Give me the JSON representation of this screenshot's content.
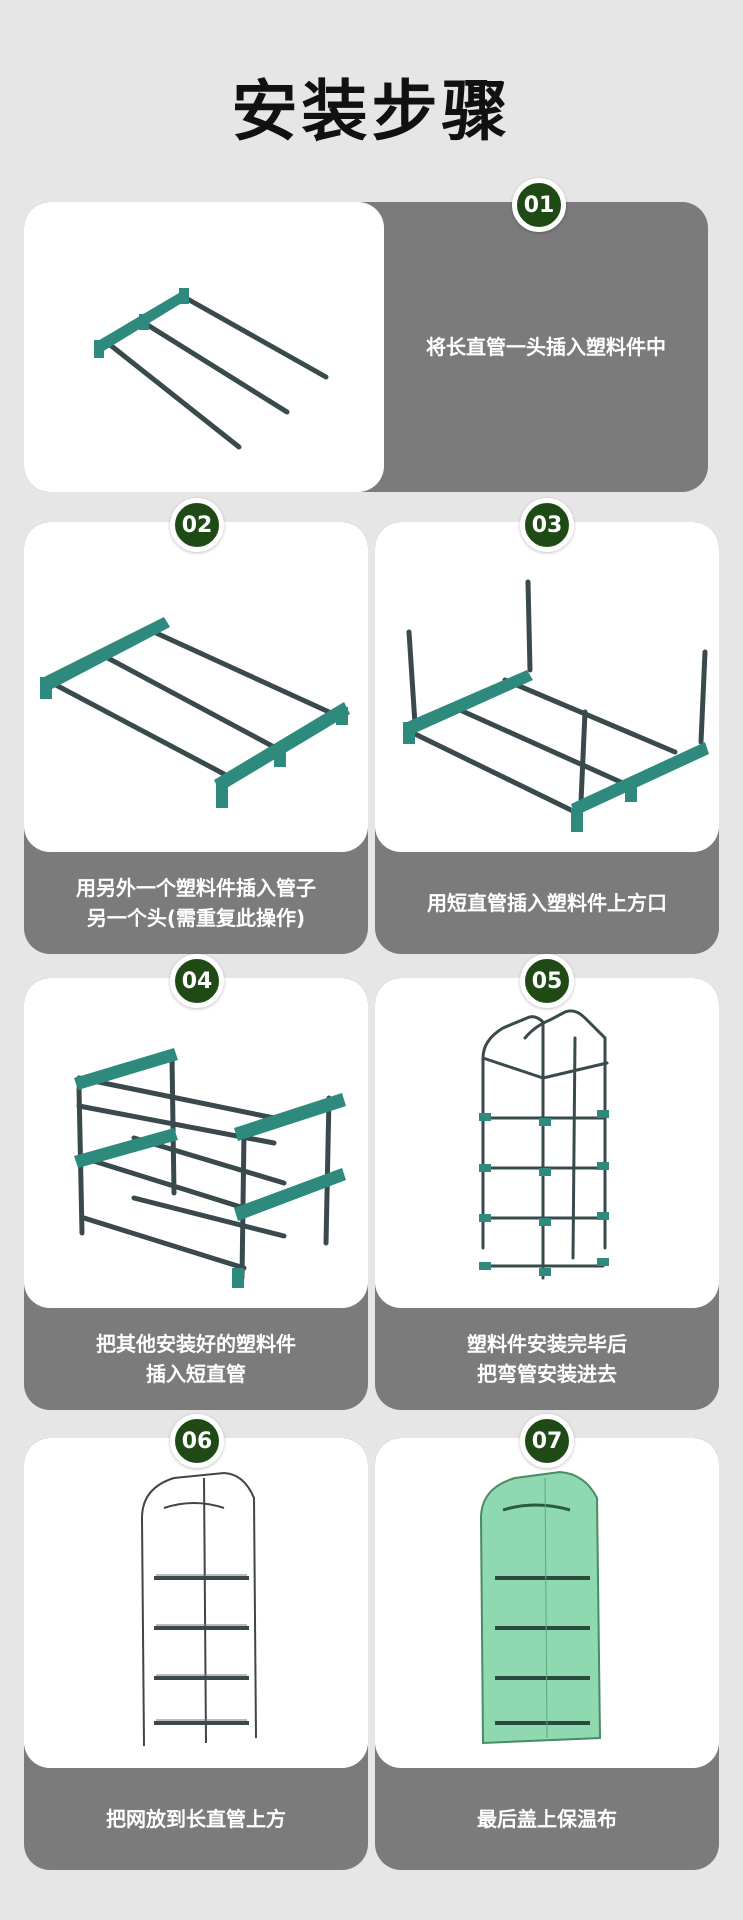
{
  "title": "安装步骤",
  "colors": {
    "frame": "#2f8a7e",
    "tube": "#3a4a4c",
    "badge": "#1f4a16",
    "card": "#7b7b7b",
    "cover": "#8fd9b0"
  },
  "steps": [
    {
      "number": "01",
      "line1": "将长直管一头插入塑料件中",
      "line2": ""
    },
    {
      "number": "02",
      "line1": "用另外一个塑料件插入管子",
      "line2": "另一个头(需重复此操作)"
    },
    {
      "number": "03",
      "line1": "用短直管插入塑料件上方口",
      "line2": ""
    },
    {
      "number": "04",
      "line1": "把其他安装好的塑料件",
      "line2": "插入短直管"
    },
    {
      "number": "05",
      "line1": "塑料件安装完毕后",
      "line2": "把弯管安装进去"
    },
    {
      "number": "06",
      "line1": "把网放到长直管上方",
      "line2": ""
    },
    {
      "number": "07",
      "line1": "最后盖上保温布",
      "line2": ""
    }
  ]
}
